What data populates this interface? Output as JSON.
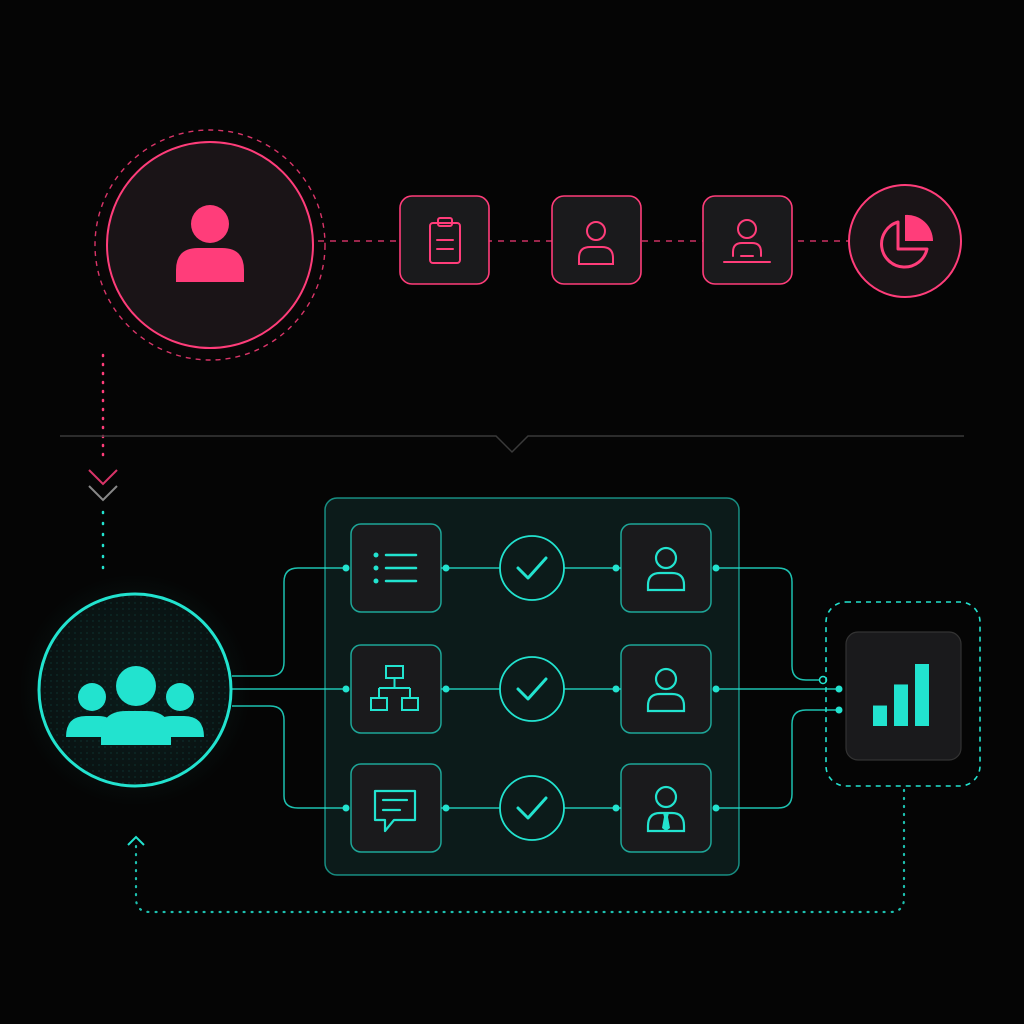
{
  "colors": {
    "background": "#050505",
    "pink": "#ff3d7a",
    "teal": "#22e3cf",
    "node_fill": "#1a1a1c",
    "divider": "#3a3a3a"
  },
  "top_flow": {
    "source": {
      "icon": "user-icon",
      "style": "solid-pink-circle"
    },
    "steps": [
      {
        "icon": "clipboard-icon"
      },
      {
        "icon": "user-icon"
      },
      {
        "icon": "user-at-desk-icon"
      }
    ],
    "result": {
      "icon": "pie-chart-icon"
    },
    "connector": "dashed"
  },
  "bottom_flow": {
    "source": {
      "icon": "group-users-icon",
      "style": "solid-teal-circle"
    },
    "rows": [
      {
        "task_icon": "list-icon",
        "status_icon": "check-icon",
        "assignee_icon": "user-icon"
      },
      {
        "task_icon": "org-chart-icon",
        "status_icon": "check-icon",
        "assignee_icon": "user-icon"
      },
      {
        "task_icon": "chat-icon",
        "status_icon": "check-icon",
        "assignee_icon": "user-tie-icon"
      }
    ],
    "result": {
      "icon": "bar-chart-icon"
    },
    "bar_chart_levels": [
      0.33,
      0.67,
      1.0
    ],
    "feedback_loop": "dotted"
  }
}
